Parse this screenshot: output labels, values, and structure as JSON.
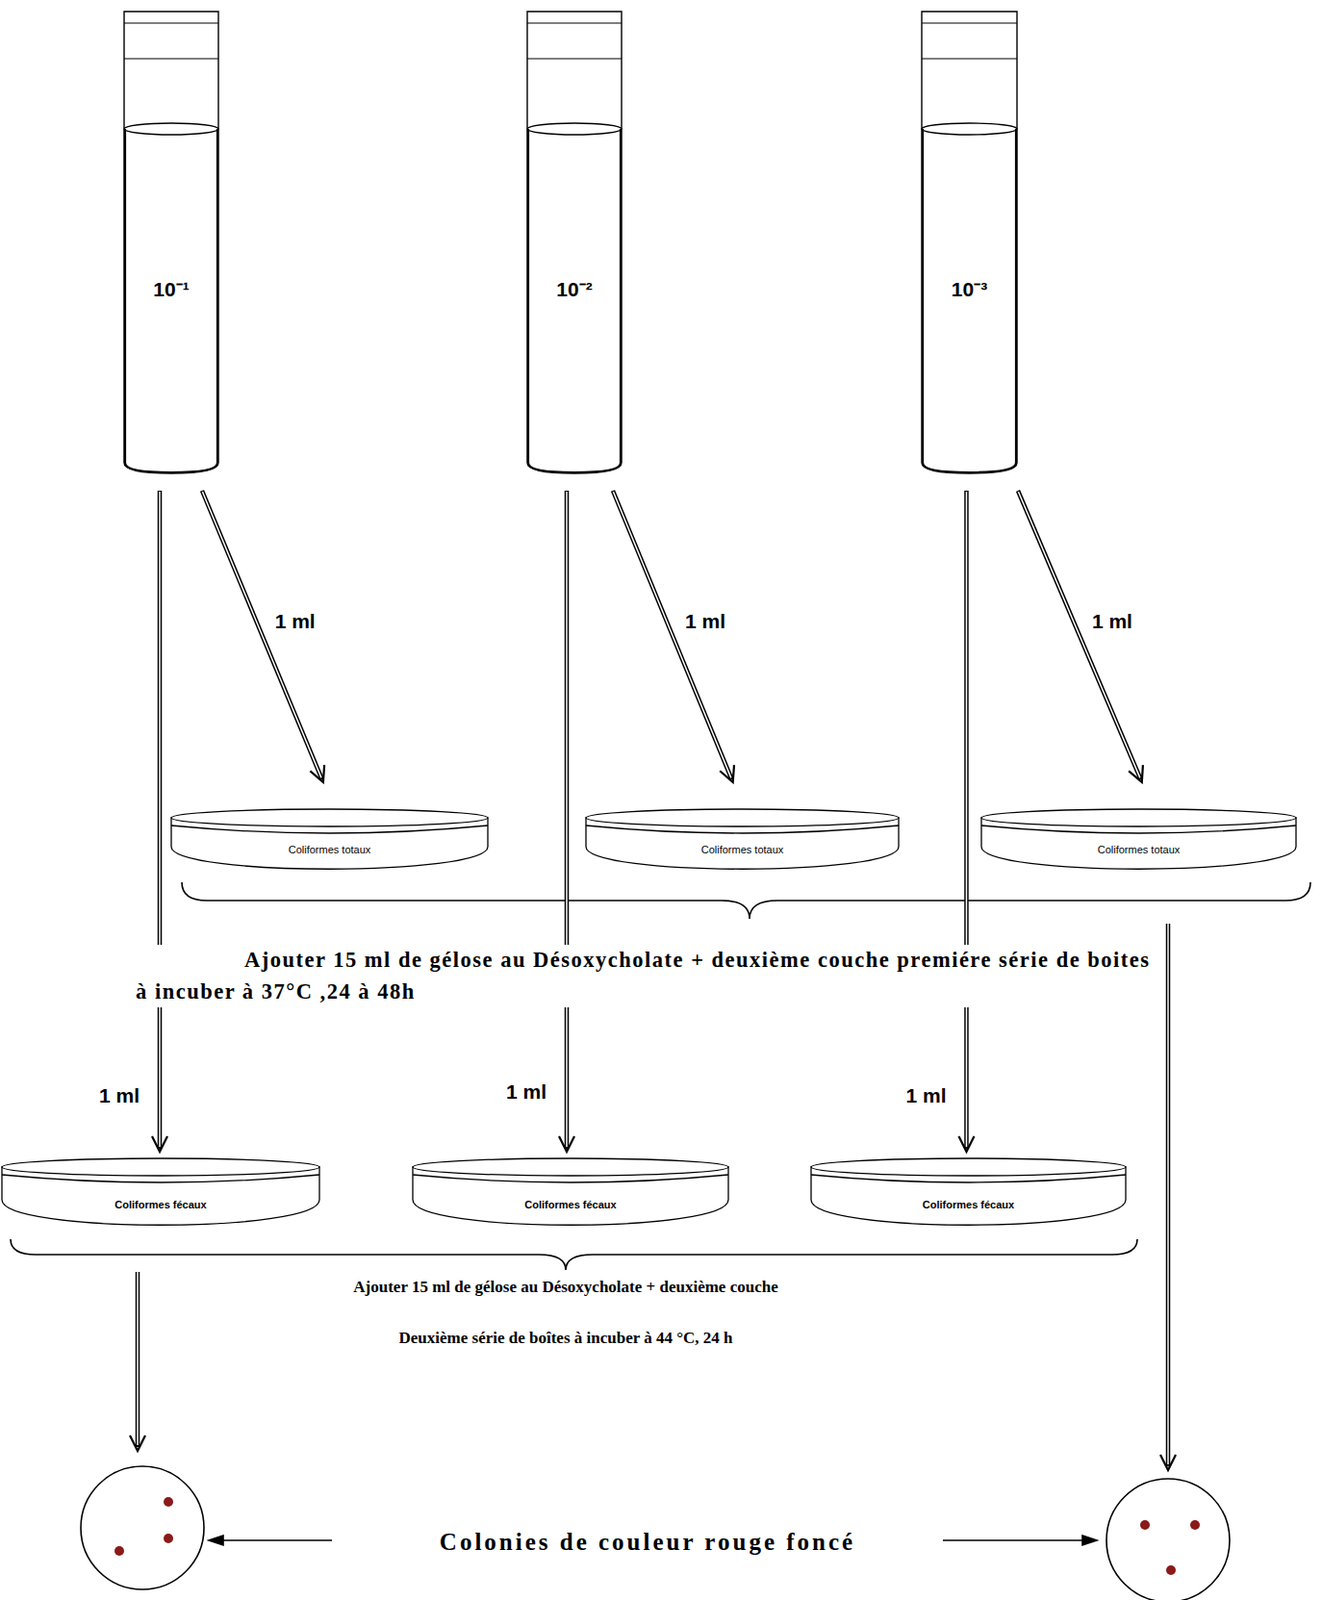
{
  "diagram": {
    "nodes": [
      {
        "text": [
          "10⁻¹"
        ]
      },
      {
        "text": [
          "10⁻²"
        ]
      },
      {
        "text": [
          "10⁻³"
        ]
      },
      {
        "text": [
          "Coliformes totaux"
        ]
      },
      {
        "text": [
          "Coliformes totaux"
        ]
      },
      {
        "text": [
          "Coliformes totaux"
        ]
      },
      {
        "text": [
          "Coliformes fécaux"
        ]
      },
      {
        "text": [
          "Coliformes fécaux"
        ]
      },
      {
        "text": [
          "Coliformes fécaux"
        ]
      }
    ],
    "edges": [
      {
        "from": 0,
        "to": 3,
        "label": "1 ml",
        "arrow": "to"
      },
      {
        "from": 1,
        "to": 4,
        "label": "1 ml",
        "arrow": "to"
      },
      {
        "from": 2,
        "to": 5,
        "label": "1 ml",
        "arrow": "to"
      },
      {
        "from": 0,
        "to": 6,
        "label": "1 ml",
        "arrow": "to"
      },
      {
        "from": 1,
        "to": 7,
        "label": "1 ml",
        "arrow": "to"
      },
      {
        "from": 2,
        "to": 8,
        "label": "1 ml",
        "arrow": "to"
      }
    ],
    "labels": [
      "Ajouter 15 ml de gélose au Désoxycholate + deuxième couche premiére série de boites à incuber à 37°C ,24 à 48h",
      "Ajouter 15 ml de gélose au Désoxycholate + deuxième couche",
      "Deuxième série de boîtes à incuber à 44 °C, 24 h",
      "Colonies de couleur rouge foncé"
    ]
  }
}
